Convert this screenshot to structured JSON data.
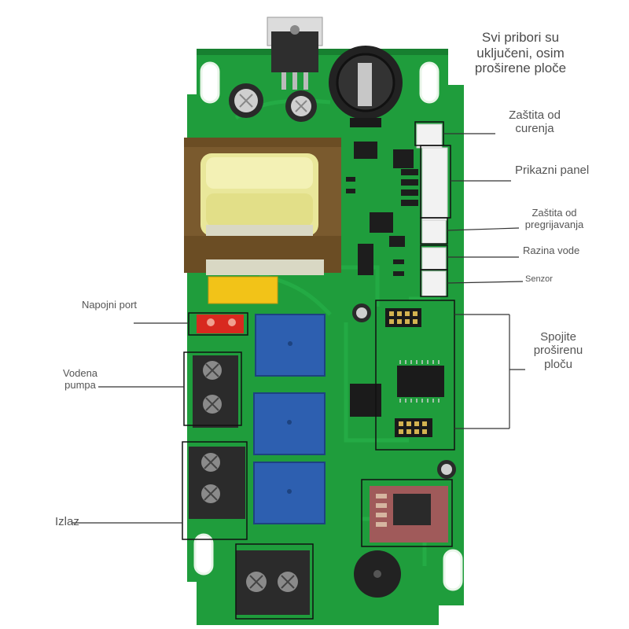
{
  "labels": {
    "note": "Svi pribori su uključeni, osim proširene ploče",
    "leak_protection": "Zaštita od curenja",
    "display_panel": "Prikazni panel",
    "overheat_protection": "Zaštita od pregrijavanja",
    "water_level": "Razina vode",
    "sensor": "Senzor",
    "power_port": "Napojni port",
    "water_pump": "Vodena pumpa",
    "expansion_board": "Spojite proširenu ploču",
    "output": "Izlaz"
  },
  "colors": {
    "pcb": "#1f9d3c",
    "relay": "#2d5fb0",
    "terminal": "#2b2b2b",
    "transformer_core": "#7a5a2e",
    "coil": "#e9e79a",
    "power_terminal": "#d8291f",
    "callout_box": "#111111",
    "label_text": "#555555"
  }
}
